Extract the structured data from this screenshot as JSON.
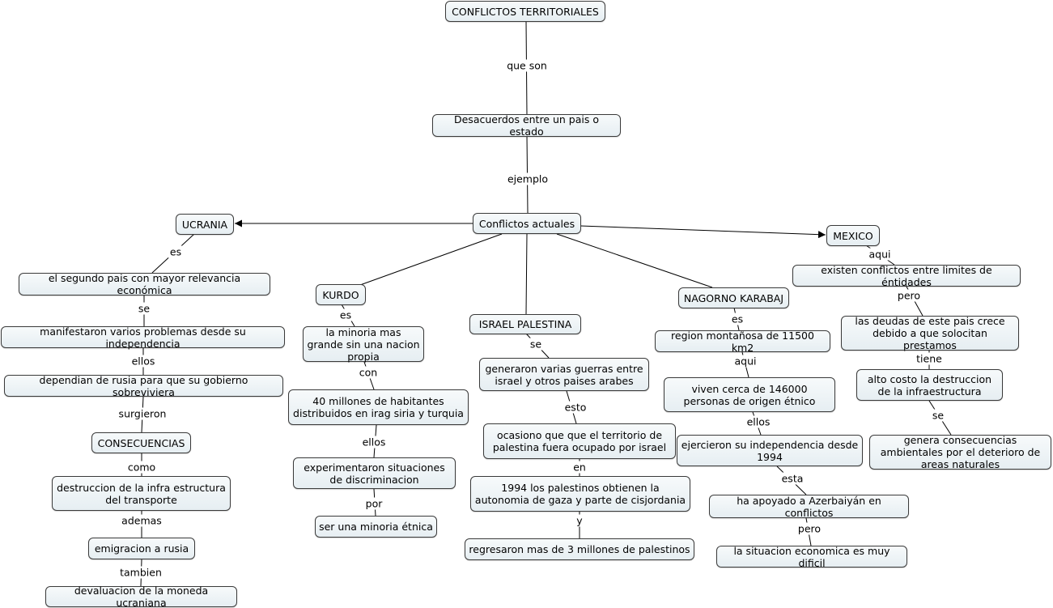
{
  "nodes": {
    "conflictos": "CONFLICTOS TERRITORIALES",
    "desacuerdos": "Desacuerdos entre un pais o estado",
    "actuales": "Conflictos actuales",
    "ucrania": "UCRANIA",
    "ucr_1": "el segundo pais con mayor relevancia económica",
    "ucr_2": "manifestaron varios problemas desde su independencia",
    "ucr_3": "dependian de rusia para que su gobierno sobreviviera",
    "ucr_cons": "CONSECUENCIAS",
    "ucr_4": "destruccion de la infra estructura del transporte",
    "ucr_5": "emigracion a rusia",
    "ucr_6": "devaluacion de la moneda ucraniana",
    "kurdo": "KURDO",
    "kur_1": "la minoria mas grande sin una nacion propia",
    "kur_2": "40 millones de habitantes distribuidos en irag siria y turquia",
    "kur_3": "experimentaron situaciones de discriminacion",
    "kur_4": "ser una minoria étnica",
    "israel": "ISRAEL PALESTINA",
    "isr_1": "generaron varias guerras entre israel y otros paises arabes",
    "isr_2": "ocasiono que que el territorio de palestina fuera ocupado por israel",
    "isr_3": "1994 los palestinos obtienen la autonomia de gaza y parte de cisjordania",
    "isr_4": "regresaron mas de 3 millones de palestinos",
    "nagorno": "NAGORNO KARABAJ",
    "nag_1": "region montañosa de 11500 km2",
    "nag_2": "viven cerca de 146000 personas de origen étnico",
    "nag_3": "ejercieron su independencia desde 1994",
    "nag_4": "ha apoyado a Azerbaiyán en conflictos",
    "nag_5": "la situacion economica es muy dificil",
    "mexico": "MEXICO",
    "mex_1": "existen conflictos entre limites de éntidades",
    "mex_2": "las deudas de este pais crece debido a que solocitan prestamos",
    "mex_3": "alto costo la destruccion de la infraestructura",
    "mex_4": "genera consecuencias ambientales por el deterioro de areas naturales"
  },
  "phrases": {
    "que_son": "que son",
    "ejemplo": "ejemplo",
    "ucr_es": "es",
    "ucr_se": "se",
    "ucr_ellos": "ellos",
    "ucr_surgieron": "surgieron",
    "ucr_como": "como",
    "ucr_ademas": "ademas",
    "ucr_tambien": "tambien",
    "kur_es": "es",
    "kur_con": "con",
    "kur_ellos": "ellos",
    "kur_por": "por",
    "isr_se": "se",
    "isr_esto": "esto",
    "isr_en": "en",
    "isr_y": "y",
    "nag_es": "es",
    "nag_aqui": "aqui",
    "nag_ellos": "ellos",
    "nag_esta": "esta",
    "nag_pero": "pero",
    "mex_aqui": "aqui",
    "mex_pero": "pero",
    "mex_tiene": "tiene",
    "mex_se": "se"
  },
  "colors": {
    "node_border": "#3a3a3a",
    "node_fill_top": "#f7fafb",
    "node_fill_bottom": "#e6eef2",
    "line": "#000000"
  }
}
